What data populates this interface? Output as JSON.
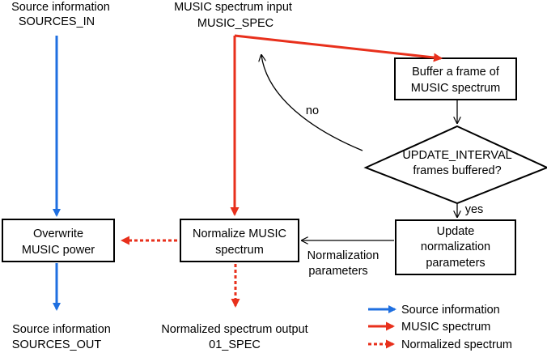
{
  "inputs": {
    "sources_in": {
      "line1": "Source information",
      "line2": "SOURCES_IN"
    },
    "music_spec": {
      "line1": "MUSIC spectrum input",
      "line2": "MUSIC_SPEC"
    }
  },
  "outputs": {
    "sources_out": {
      "line1": "Source information",
      "line2": "SOURCES_OUT"
    },
    "spec_out": {
      "line1": "Normalized spectrum output",
      "line2": "01_SPEC"
    }
  },
  "nodes": {
    "buffer": {
      "line1": "Buffer a frame of",
      "line2": "MUSIC spectrum"
    },
    "decision": {
      "line1": "UPDATE_INTERVAL",
      "line2": "frames buffered?"
    },
    "update": {
      "line1": "Update",
      "line2": "normalization",
      "line3": "parameters"
    },
    "normalize": {
      "line1": "Normalize MUSIC",
      "line2": "spectrum"
    },
    "overwrite": {
      "line1": "Overwrite",
      "line2": "MUSIC power"
    }
  },
  "edge_labels": {
    "no": "no",
    "yes": "yes",
    "norm_params_1": "Normalization",
    "norm_params_2": "parameters"
  },
  "legend": [
    {
      "label": "Source information",
      "color": "#1f6fe0",
      "style": "solid"
    },
    {
      "label": "MUSIC spectrum",
      "color": "#e8301c",
      "style": "solid"
    },
    {
      "label": "Normalized spectrum",
      "color": "#e8301c",
      "style": "dotted"
    }
  ],
  "colors": {
    "blue": "#1f6fe0",
    "red": "#e8301c",
    "black": "#000000"
  }
}
